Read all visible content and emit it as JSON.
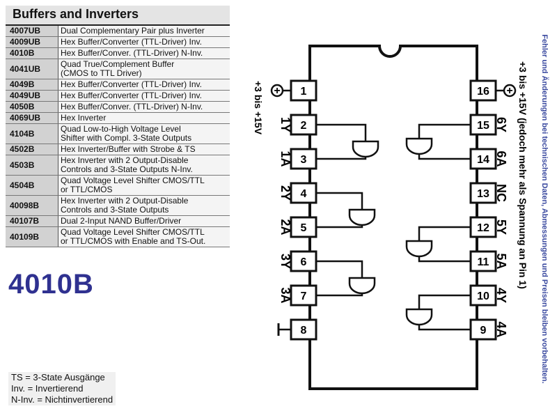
{
  "table": {
    "title": "Buffers and Inverters",
    "rows": [
      {
        "code": "4007UB",
        "desc": [
          "Dual Complementary Pair plus Inverter"
        ]
      },
      {
        "code": "4009UB",
        "desc": [
          "Hex Buffer/Converter (TTL-Driver) Inv."
        ]
      },
      {
        "code": "4010B",
        "desc": [
          "Hex Buffer/Conver. (TTL-Driver) N-Inv."
        ]
      },
      {
        "code": "4041UB",
        "desc": [
          "Quad True/Complement Buffer",
          "(CMOS to TTL Driver)"
        ]
      },
      {
        "code": "4049B",
        "desc": [
          "Hex Buffer/Converter (TTL-Driver) Inv."
        ]
      },
      {
        "code": "4049UB",
        "desc": [
          "Hex Buffer/Converter (TTL-Driver) Inv."
        ]
      },
      {
        "code": "4050B",
        "desc": [
          "Hex Buffer/Conver. (TTL-Driver) N-Inv."
        ]
      },
      {
        "code": "4069UB",
        "desc": [
          "Hex Inverter"
        ]
      },
      {
        "code": "4104B",
        "desc": [
          "Quad Low-to-High Voltage Level",
          "Shifter with Compl. 3-State Outputs"
        ]
      },
      {
        "code": "4502B",
        "desc": [
          "Hex Inverter/Buffer with Strobe & TS"
        ]
      },
      {
        "code": "4503B",
        "desc": [
          "Hex Inverter with 2 Output-Disable",
          "Controls and 3-State Outputs N-Inv."
        ]
      },
      {
        "code": "4504B",
        "desc": [
          "Quad Voltage Level Shifter CMOS/TTL",
          "or TTL/CMOS"
        ]
      },
      {
        "code": "40098B",
        "desc": [
          "Hex Inverter with 2 Output-Disable",
          "Controls and 3-State Outputs"
        ]
      },
      {
        "code": "40107B",
        "desc": [
          "Dual 2-Input NAND Buffer/Driver"
        ]
      },
      {
        "code": "40109B",
        "desc": [
          "Quad Voltage Level Shifter CMOS/TTL",
          "or TTL/CMOS with Enable and TS-Out."
        ]
      }
    ]
  },
  "part_title": "4010B",
  "legend": [
    "TS = 3-State Ausgänge",
    "Inv. = Invertierend",
    "N-Inv. =  Nichtinvertierend"
  ],
  "side_note": "Fehler und Änderungen bei technischen Daten, Abmessungen und Preisen bleiben vorbehalten.",
  "diagram": {
    "left_supply": "+3 bis +15V",
    "right_supply": "+3 bis +15V (jedoch mehr als Spannung an Pin 1)",
    "left_pins": [
      {
        "num": "1",
        "label": ""
      },
      {
        "num": "2",
        "label": "1Y"
      },
      {
        "num": "3",
        "label": "1A"
      },
      {
        "num": "4",
        "label": "2Y"
      },
      {
        "num": "5",
        "label": "2A"
      },
      {
        "num": "6",
        "label": "3Y"
      },
      {
        "num": "7",
        "label": "3A"
      },
      {
        "num": "8",
        "label": ""
      }
    ],
    "right_pins": [
      {
        "num": "16",
        "label": ""
      },
      {
        "num": "15",
        "label": "6Y"
      },
      {
        "num": "14",
        "label": "6A"
      },
      {
        "num": "13",
        "label": "NC"
      },
      {
        "num": "12",
        "label": "5Y"
      },
      {
        "num": "11",
        "label": "5A"
      },
      {
        "num": "10",
        "label": "4Y"
      },
      {
        "num": "9",
        "label": "4A"
      }
    ]
  }
}
